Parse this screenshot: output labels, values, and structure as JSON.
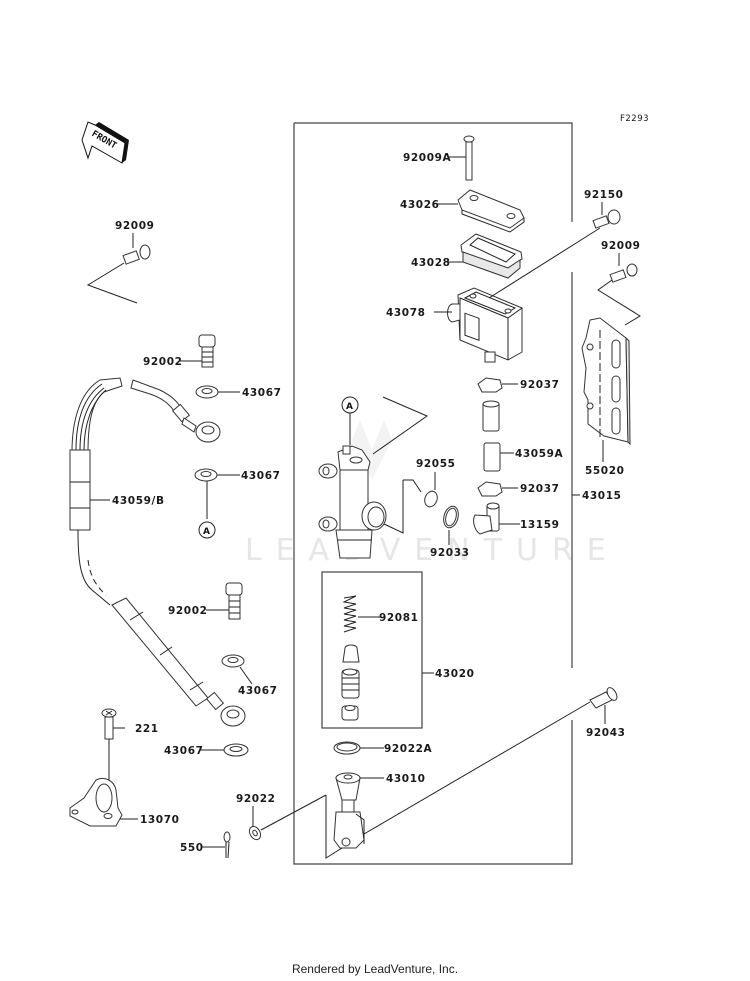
{
  "figure_code": "F2293",
  "front_indicator": "FRONT",
  "watermark": "LEADVENTURE",
  "footer": "Rendered by LeadVenture, Inc.",
  "reference_marker": "A",
  "callouts": {
    "p92009_left": "92009",
    "p92002_top": "92002",
    "p43067_a": "43067",
    "p43067_b": "43067",
    "p43059B": "43059/B",
    "p92002_mid": "92002",
    "p43067_c": "43067",
    "p221": "221",
    "p43067_d": "43067",
    "p13070": "13070",
    "p550": "550",
    "p92022": "92022",
    "p92009A": "92009A",
    "p43026": "43026",
    "p43028": "43028",
    "p43078": "43078",
    "p92150": "92150",
    "p92009_right": "92009",
    "p92037_a": "92037",
    "p43059A": "43059A",
    "p92037_b": "92037",
    "p92055": "92055",
    "p13159": "13159",
    "p92033": "92033",
    "p43015": "43015",
    "p55020": "55020",
    "p92081": "92081",
    "p43020": "43020",
    "p92022A": "92022A",
    "p43010": "43010",
    "p92043": "92043"
  }
}
